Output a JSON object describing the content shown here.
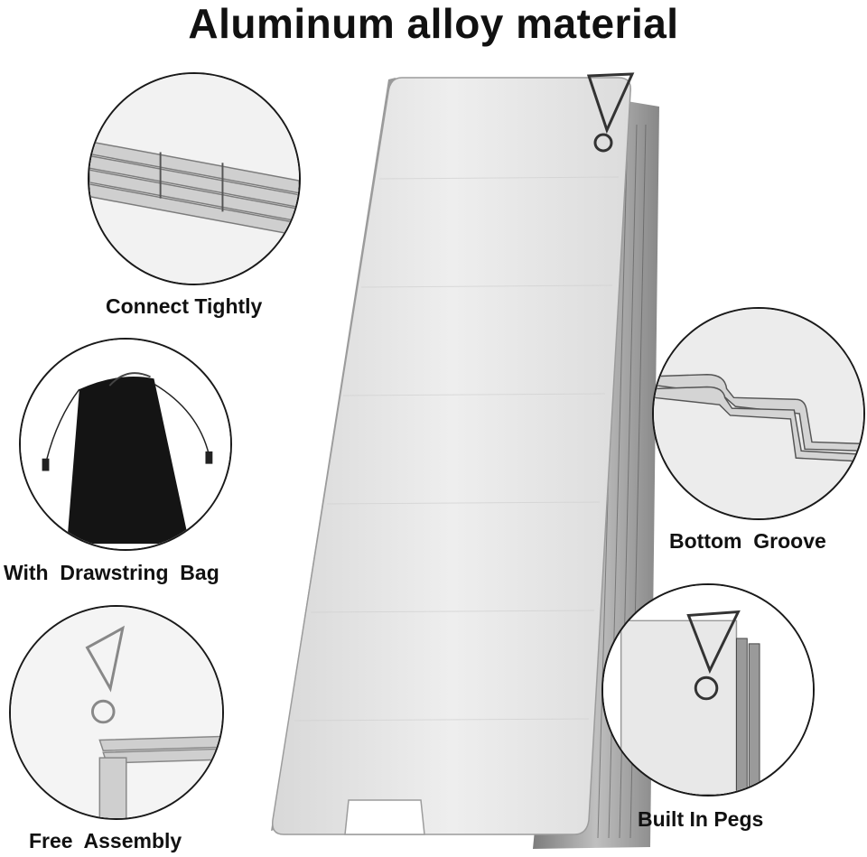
{
  "title": "Aluminum alloy material",
  "captions": {
    "connect": "Connect Tightly",
    "bag": "With  Drawstring  Bag",
    "assembly": "Free  Assembly",
    "groove": "Bottom  Groove",
    "pegs": "Built In Pegs"
  },
  "colors": {
    "panel": "#e6e6e6",
    "edge": "#8a8a8a",
    "bag": "#141414",
    "wire": "#3a3a3a"
  }
}
